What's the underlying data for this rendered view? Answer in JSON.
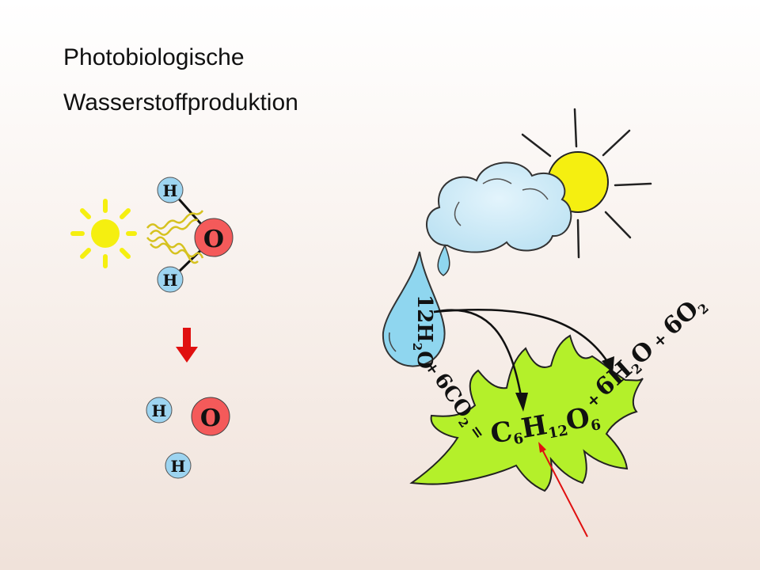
{
  "title": {
    "line1": "Photobiologische",
    "line2": "Wasserstoffproduktion"
  },
  "molecule": {
    "oxygen": "O",
    "hydrogen": "H"
  },
  "equation": {
    "water": "12H",
    "water_sub": "2",
    "water_o": "O",
    "plus1": "+",
    "co2": "6CO",
    "co2_sub": "2",
    "equals": "=",
    "c": "C",
    "c_sub": "6",
    "h": "H",
    "h_sub": "12",
    "o": "O",
    "o_sub": "6",
    "plus2": "+",
    "water2": "6H",
    "water2_sub": "2",
    "water2_o": "O",
    "plus3": "+",
    "o2": "6O",
    "o2_sub": "2"
  },
  "colors": {
    "sun": "#f5ef10",
    "oxygen": "#f45a5a",
    "hydrogen": "#9dd4f0",
    "leaf": "#b4f02a",
    "drop": "#8fd6ef",
    "arrow_red": "#e01010"
  }
}
